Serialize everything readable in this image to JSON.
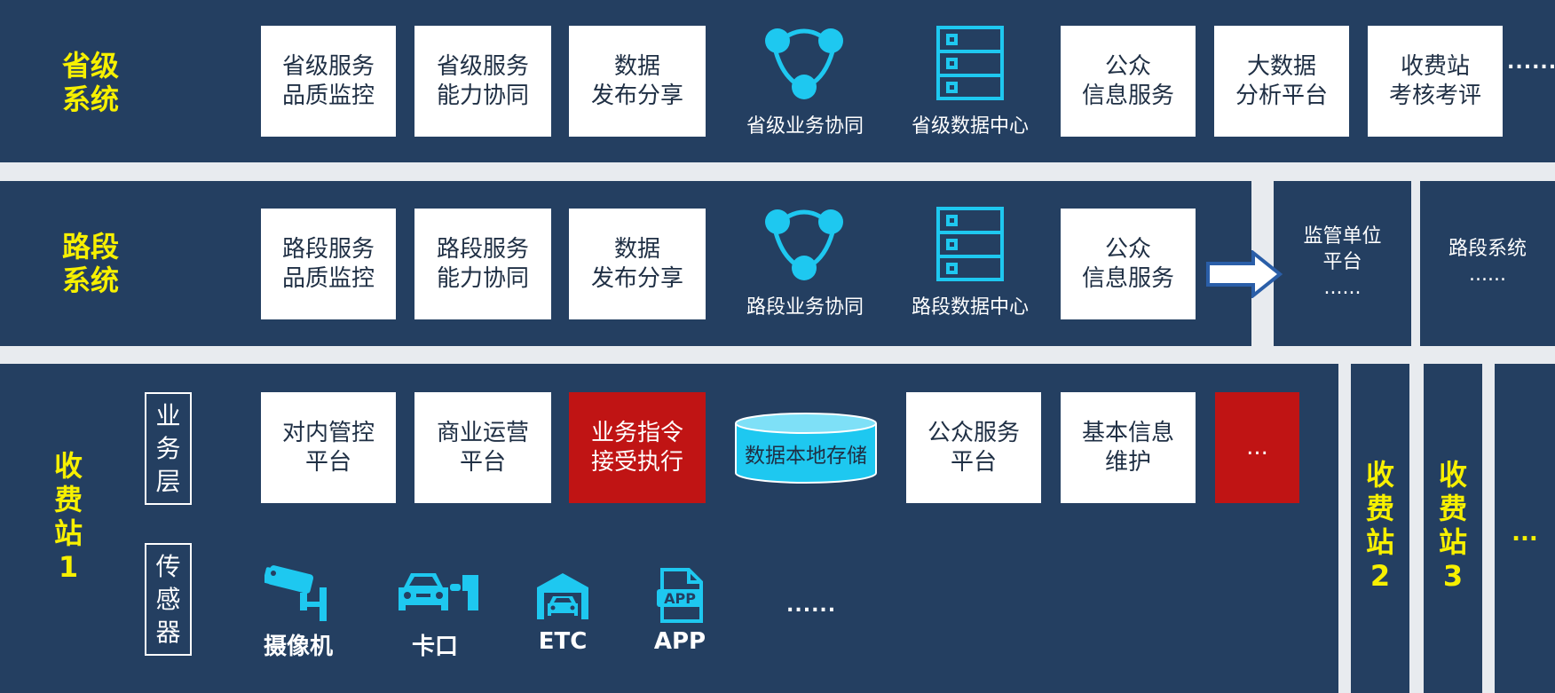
{
  "rows": {
    "provincial": {
      "title": "省级\n系统",
      "boxes": [
        "省级服务\n品质监控",
        "省级服务\n能力协同",
        "数据\n发布分享",
        "公众\n信息服务",
        "大数据\n分析平台",
        "收费站\n考核考评"
      ],
      "icon_labels": [
        "省级业务协同",
        "省级数据中心"
      ],
      "ellipsis": "......"
    },
    "road": {
      "title": "路段\n系统",
      "boxes": [
        "路段服务\n品质监控",
        "路段服务\n能力协同",
        "数据\n发布分享",
        "公众\n信息服务"
      ],
      "icon_labels": [
        "路段业务协同",
        "路段数据中心"
      ],
      "side_panels": [
        "监管单位\n平台\n......",
        "路段系统\n......"
      ]
    },
    "station": {
      "title": "收\n费\n站\n1",
      "layers": [
        "业\n务\n层",
        "传\n感\n器"
      ],
      "boxes": [
        "对内管控\n平台",
        "商业运营\n平台",
        "业务指令\n接受执行",
        "公众服务\n平台",
        "基本信息\n维护",
        "..."
      ],
      "storage_label": "数据本地存储",
      "sensors": [
        "摄像机",
        "卡口",
        "ETC",
        "APP"
      ],
      "sensor_ellipsis": "......",
      "app_icon_text": "APP"
    },
    "other_stations": [
      "收\n费\n站\n2",
      "收\n费\n站\n3",
      "..."
    ]
  },
  "colors": {
    "panel": "#243f61",
    "title_yellow": "#f7f000",
    "icon_cyan": "#1ec8f0",
    "highlight_red": "#c01414"
  },
  "icons": [
    "network-collaboration-icon",
    "server-rack-icon",
    "database-cylinder-icon",
    "camera-icon",
    "vehicle-checkpoint-icon",
    "etc-gate-icon",
    "app-file-icon",
    "right-arrow-icon"
  ]
}
